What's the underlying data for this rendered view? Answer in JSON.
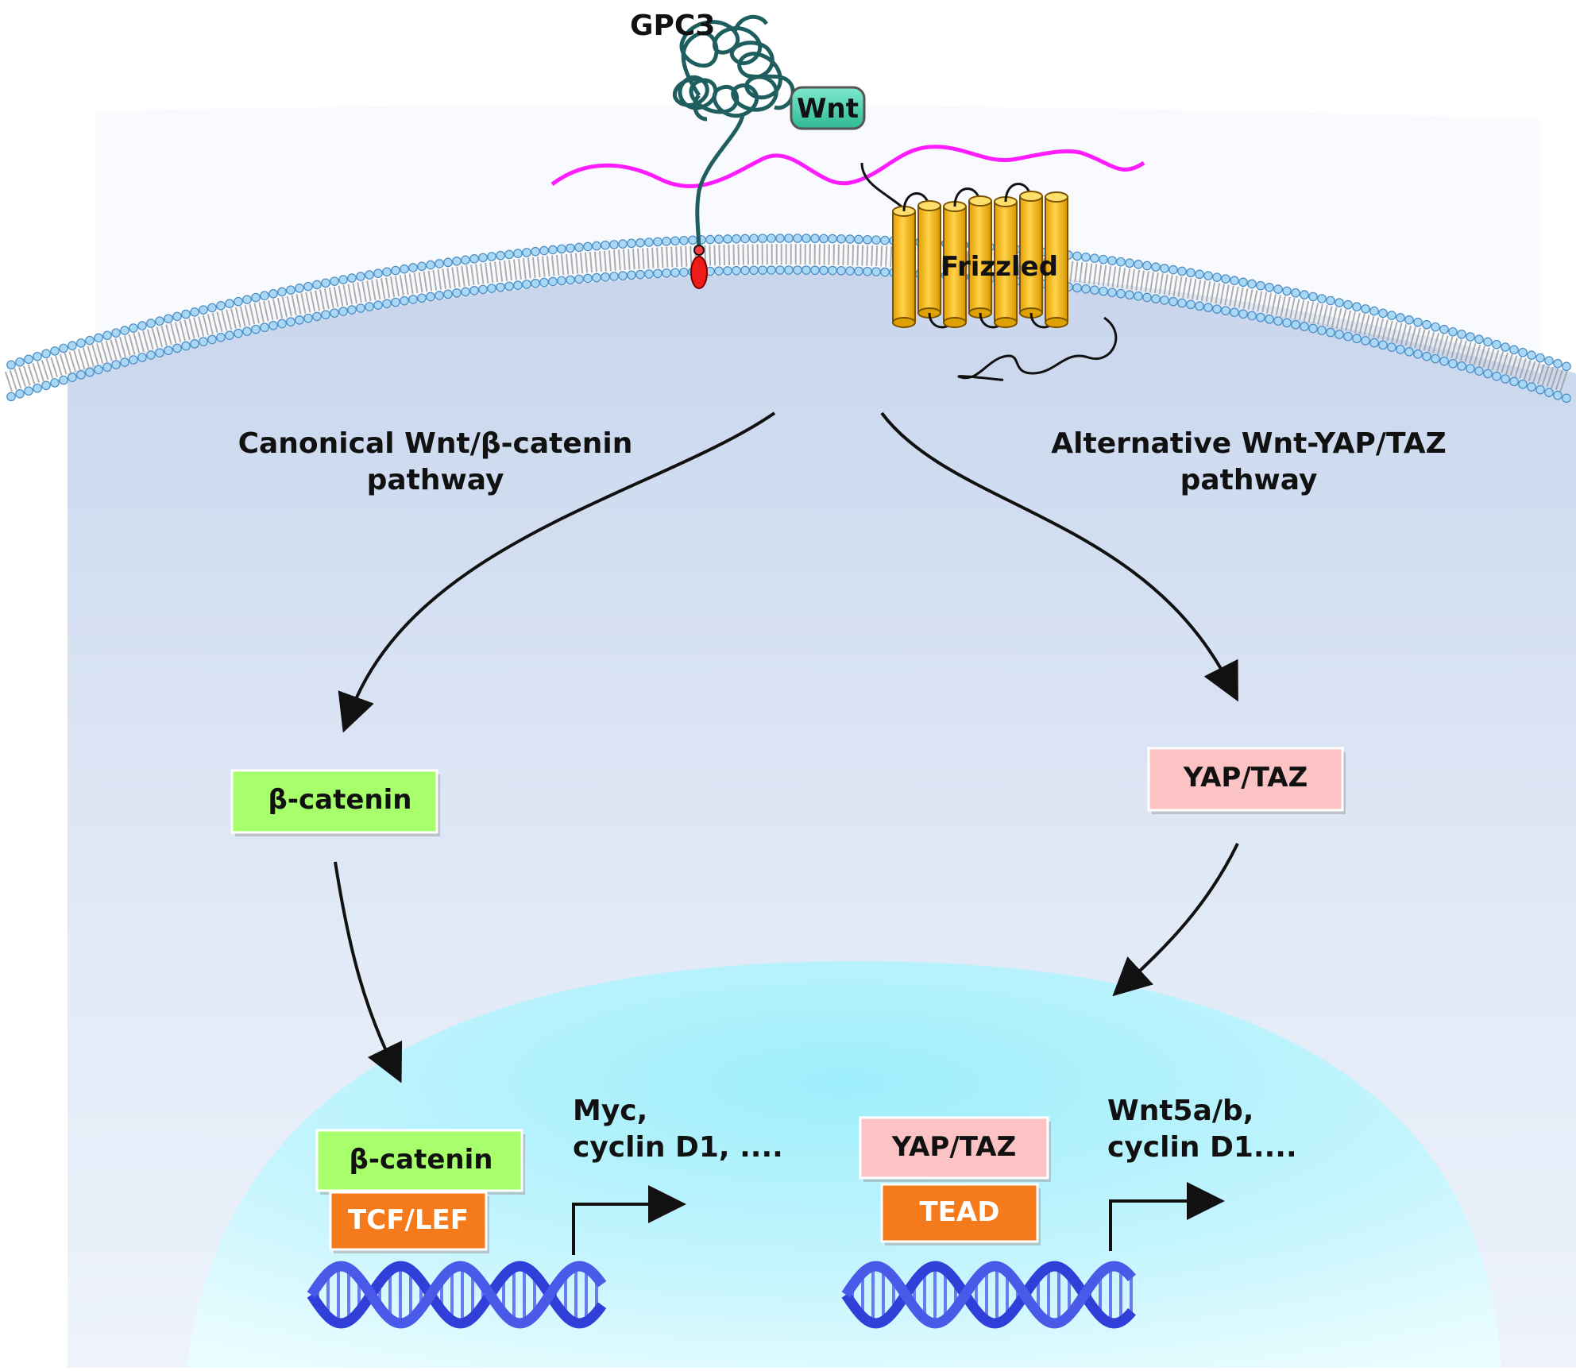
{
  "extracellular": {
    "gpc3_label": "GPC3",
    "wnt_label": "Wnt",
    "frizzled_label": "Frizzled"
  },
  "pathways": {
    "canonical": {
      "title_line1": "Canonical Wnt/β-catenin",
      "title_line2": "pathway",
      "cytoplasm_box": "β-catenin",
      "nuclear_box_top": "β-catenin",
      "nuclear_box_bottom": "TCF/LEF",
      "targets_line1": "Myc,",
      "targets_line2": "cyclin D1, ...."
    },
    "alternative": {
      "title_line1": "Alternative Wnt-YAP/TAZ",
      "title_line2": "pathway",
      "cytoplasm_box": "YAP/TAZ",
      "nuclear_box_top": "YAP/TAZ",
      "nuclear_box_bottom": "TEAD",
      "targets_line1": "Wnt5a/b,",
      "targets_line2": "cyclin D1...."
    }
  },
  "colors": {
    "beta_catenin": "#a6ff6b",
    "yap_taz": "#fbc3c3",
    "tcf_tead": "#f47a1c",
    "wnt": "#3fd1b0",
    "gpc3": "#1f5e5e",
    "frizzled": "#f5b800",
    "heparan": "#ff1cff",
    "dna": "#2f3fd8",
    "nucleus": "#b8f2fb"
  }
}
